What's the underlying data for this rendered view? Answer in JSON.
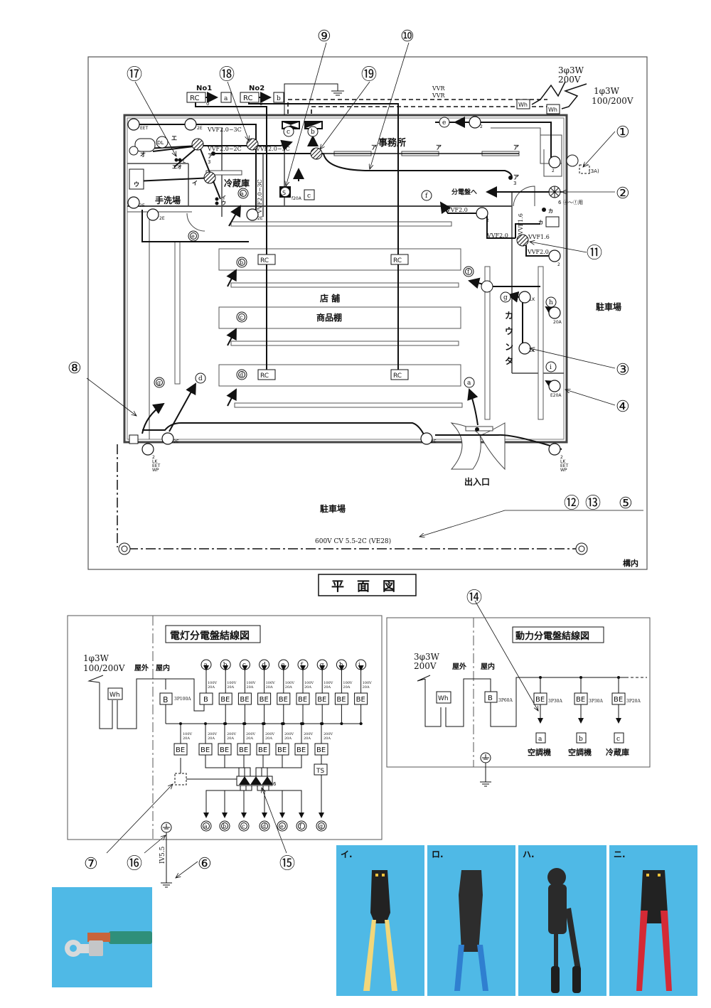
{
  "floor_plan": {
    "title": "平面図",
    "rooms": {
      "office": "事務所",
      "refrigerator_room": "冷蔵庫",
      "washroom": "手洗場",
      "store": "店 舗",
      "shelves": "商品棚",
      "counter": "カウンタ",
      "parking_right": "駐車場",
      "parking_bottom": "駐車場",
      "entrance": "出入口",
      "premises": "構内"
    },
    "supply": {
      "three_phase": "3φ3W",
      "three_phase_v": "200V",
      "single_phase": "1φ3W",
      "single_phase_v": "100/200V",
      "meter": "Wh",
      "cable_vvr1": "VVR",
      "cable_vvr2": "VVR"
    },
    "remote": {
      "no1": "No1",
      "no2": "No2",
      "rc": "RC",
      "a": "a",
      "b": "b",
      "c": "c",
      "zero": "0"
    },
    "cables": {
      "vvf20_3c_a": "VVF2.0−3C",
      "vvf20_3c_b": "VVF2.0−3C",
      "vvf20_3c_v": "VVF2.0−3C",
      "vvf20_2c": "VVF2.0−2C",
      "vvf20_a": "VVF2.0",
      "vvf20_b": "VVF2.0",
      "vvf20_c": "VVF2.0",
      "vvf16_h": "VVF1.6",
      "vvf16_v": "VVF1.6",
      "underground": "600V CV 5.5-2C (VE28)"
    },
    "misc": {
      "to_panel": "分電盤へ",
      "pilot": "6",
      "pilot_range": "ⓐ〜ⓕ用",
      "breaker_3a": "(3A)",
      "f20a": "f20A",
      "s": "S",
      "eet": "EET",
      "two_e": "2E",
      "two": "2",
      "lk": "LK",
      "twenty_a": "20A",
      "e20a": "E20A",
      "outlet_stack": [
        "2",
        "LK",
        "EET",
        "WP"
      ],
      "a_3": "ア",
      "three": "3",
      "e": "エ",
      "o": "オ",
      "eo": "エオ",
      "l": "L",
      "i": "イ",
      "u": "ウ",
      "iu": "イウ",
      "ka": "カ",
      "dl": "DL",
      "rc": "RC"
    },
    "callouts": [
      "①",
      "②",
      "③",
      "④",
      "⑤",
      "⑥",
      "⑦",
      "⑧",
      "⑨",
      "⑩",
      "⑪",
      "⑫",
      "⑬",
      "⑭",
      "⑮",
      "⑯",
      "⑰",
      "⑱",
      "⑲"
    ],
    "circuit_letters": [
      "a",
      "b",
      "c",
      "d",
      "e",
      "f",
      "g",
      "h",
      "i"
    ]
  },
  "lighting_panel": {
    "title": "電灯分電盤結線図",
    "supply": "1φ3W",
    "voltage": "100/200V",
    "outdoor": "屋外",
    "indoor": "屋内",
    "meter": "Wh",
    "main_breaker": "B",
    "main_rating": "3P100A",
    "top_circuits": [
      {
        "letter": "a",
        "breaker": "B",
        "rating": "100V 20A"
      },
      {
        "letter": "b",
        "breaker": "BE",
        "rating": "100V 20A"
      },
      {
        "letter": "c",
        "breaker": "BE",
        "rating": "100V 20A"
      },
      {
        "letter": "d",
        "breaker": "BE",
        "rating": "100V 20A"
      },
      {
        "letter": "e",
        "breaker": "BE",
        "rating": "100V 20A"
      },
      {
        "letter": "f",
        "breaker": "BE",
        "rating": "100V 20A"
      },
      {
        "letter": "g",
        "breaker": "BE",
        "rating": "100V 20A"
      },
      {
        "letter": "h",
        "breaker": "BE",
        "rating": "100V 20A"
      },
      {
        "letter": "i",
        "breaker": "BE",
        "rating": "100V 20A"
      }
    ],
    "bottom_circuits": [
      {
        "breaker": "BE",
        "rating": "100V 20A"
      },
      {
        "breaker": "BE",
        "rating": "200V 20A"
      },
      {
        "breaker": "BE",
        "rating": "200V 20A"
      },
      {
        "breaker": "BE",
        "rating": "200V 20A"
      },
      {
        "breaker": "BE",
        "rating": "200V 20A"
      },
      {
        "breaker": "BE",
        "rating": "200V 20A"
      },
      {
        "breaker": "BE",
        "rating": "200V 20A"
      },
      {
        "breaker": "BE",
        "rating": "200V 20A"
      }
    ],
    "timer": "TS",
    "contactor_count": "6",
    "bottom_letters": [
      "a",
      "b",
      "c",
      "d",
      "e",
      "f",
      "g"
    ],
    "ground_wire": "IV5.5"
  },
  "power_panel": {
    "title": "動力分電盤結線図",
    "supply": "3φ3W",
    "voltage": "200V",
    "outdoor": "屋外",
    "indoor": "屋内",
    "meter": "Wh",
    "main_breaker": "B",
    "main_rating": "3P60A",
    "circuits": [
      {
        "breaker": "BE",
        "rating": "3P30A",
        "letter": "a",
        "load": "空調機"
      },
      {
        "breaker": "BE",
        "rating": "3P30A",
        "letter": "b",
        "load": "空調機"
      },
      {
        "breaker": "BE",
        "rating": "3P20A",
        "letter": "c",
        "load": "冷蔵庫"
      }
    ]
  },
  "photos": {
    "terminal": "ring-terminal-and-green-wire",
    "tools": [
      {
        "label": "イ.",
        "handle_color": "#f2d77a"
      },
      {
        "label": "ロ.",
        "handle_color": "#2f7fd0"
      },
      {
        "label": "ハ.",
        "handle_color": "#2a2a2a"
      },
      {
        "label": "ニ.",
        "handle_color": "#d42a35"
      }
    ],
    "background": "#4fb9e6"
  }
}
